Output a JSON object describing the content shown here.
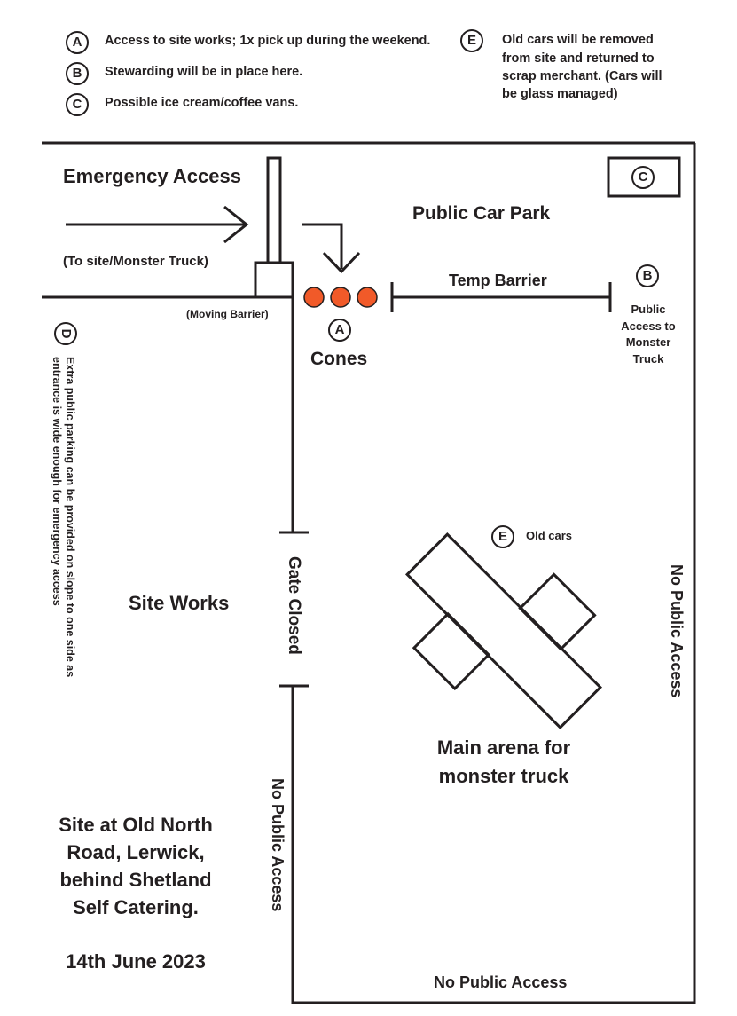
{
  "legend": {
    "A": {
      "letter": "A",
      "text": "Access to site works; 1x pick up during the weekend."
    },
    "B": {
      "letter": "B",
      "text": "Stewarding will be in place here."
    },
    "C": {
      "letter": "C",
      "text": "Possible ice cream/coffee vans."
    },
    "E": {
      "letter": "E",
      "lines": [
        "Old cars will be removed",
        "from site and returned to",
        "scrap merchant. (Cars will",
        "be glass managed)"
      ]
    }
  },
  "map": {
    "emergency_access": "Emergency Access",
    "to_site": "(To site/Monster Truck)",
    "moving_barrier": "(Moving Barrier)",
    "public_car_park": "Public Car Park",
    "temp_barrier": "Temp Barrier",
    "cones_letter": "A",
    "cones": "Cones",
    "marker_b": "B",
    "public_access_lines": [
      "Public",
      "Access to",
      "Monster",
      "Truck"
    ],
    "marker_c": "C",
    "marker_d": "D",
    "d_lines": [
      "Extra public parking can be provided on slope to one side as",
      "entrance is wide enough for emergency access"
    ],
    "gate_closed": "Gate Closed",
    "site_works": "Site Works",
    "marker_e": "E",
    "old_cars": "Old cars",
    "arena_lines": [
      "Main arena for",
      "monster truck"
    ],
    "no_public_access_right": "No Public Access",
    "no_public_access_left": "No Public Access",
    "no_public_access_bottom": "No Public Access",
    "site_info_lines": [
      "Site at Old North",
      "Road, Lerwick,",
      "behind Shetland",
      "Self Catering."
    ],
    "date": "14th June 2023"
  },
  "colors": {
    "ink": "#231f20",
    "cone": "#f15a29"
  }
}
